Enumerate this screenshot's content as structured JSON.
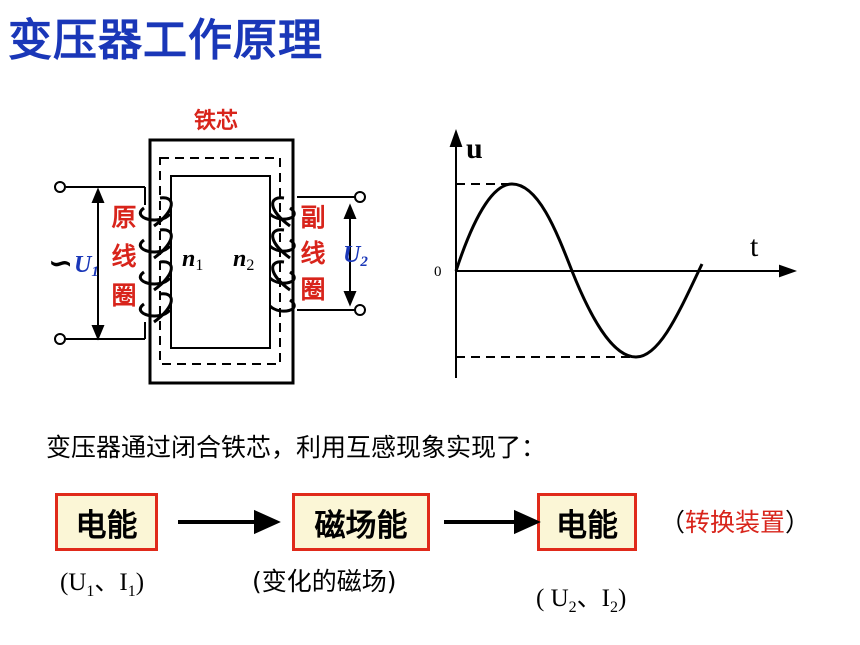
{
  "title": "变压器工作原理",
  "diagram": {
    "core_label": "铁芯",
    "primary_label": [
      "原",
      "线",
      "圈"
    ],
    "secondary_label": [
      "副",
      "线",
      "圈"
    ],
    "ac_symbol": "∽",
    "u1": {
      "main": "U",
      "sub": "1"
    },
    "u2": {
      "main": "U",
      "sub": "2"
    },
    "n1": {
      "main": "n",
      "sub": "1"
    },
    "n2": {
      "main": "n",
      "sub": "2"
    }
  },
  "wave": {
    "y_label": "u",
    "x_label": "t",
    "origin_label": "0"
  },
  "sentence": "变压器通过闭合铁芯，利用互感现象实现了：",
  "flow": {
    "box1": "电能",
    "box2": "磁场能",
    "box3": "电能",
    "note_open": "（",
    "note": "转换装置",
    "note_close": "）",
    "sub1": {
      "a": "(U",
      "a_sub": "1",
      "b": "、I",
      "b_sub": "1",
      "c": ")"
    },
    "sub2": "(变化的磁场)",
    "sub3": {
      "a": "( U",
      "a_sub": "2",
      "b": "、I",
      "b_sub": "2",
      "c": ")"
    }
  },
  "colors": {
    "title": "#1a37b8",
    "label_red": "#d8241b",
    "label_blue": "#1a37b8",
    "box_fill": "#fbf6d6",
    "box_border": "#e02a1a"
  }
}
